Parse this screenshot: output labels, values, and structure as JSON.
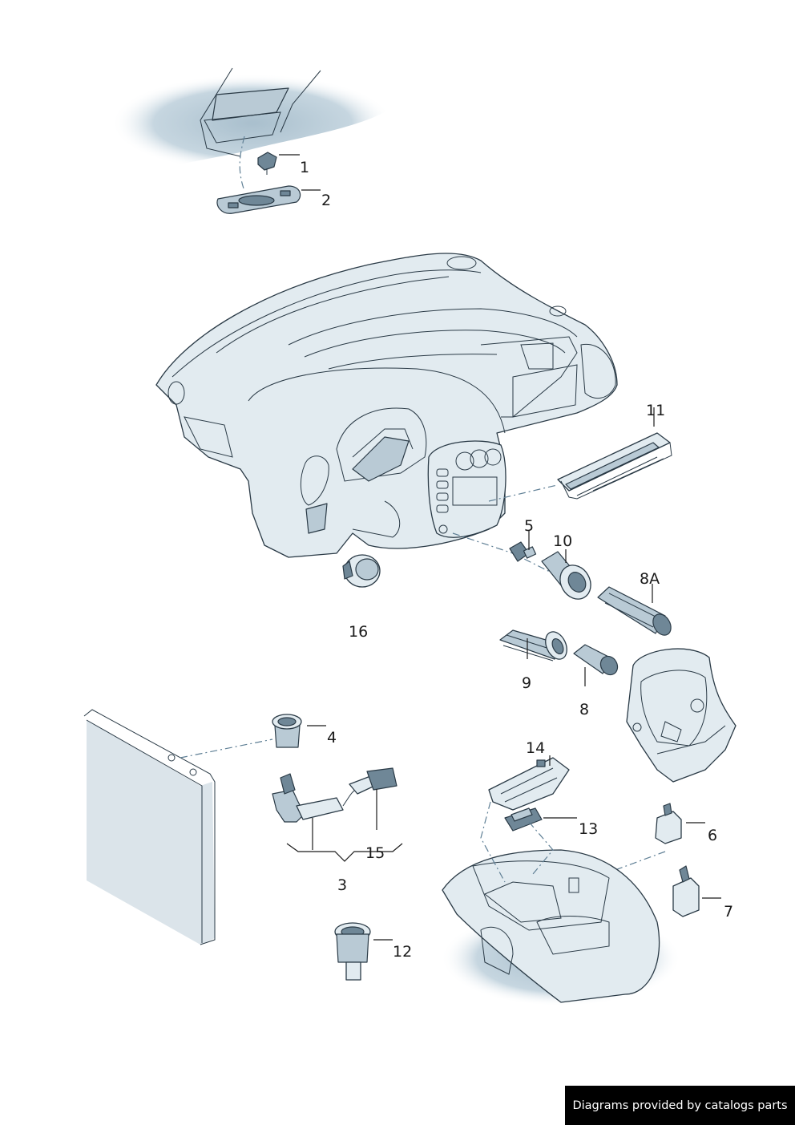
{
  "callouts": {
    "c1": "1",
    "c2": "2",
    "c3": "3",
    "c4": "4",
    "c5": "5",
    "c6": "6",
    "c7": "7",
    "c8": "8",
    "c8a": "8A",
    "c9": "9",
    "c10": "10",
    "c11": "11",
    "c12": "12",
    "c13": "13",
    "c14": "14",
    "c15": "15",
    "c16": "16"
  },
  "footer": {
    "text": "Diagrams provided by catalogs parts"
  },
  "colors": {
    "part_fill": "#e2ebf0",
    "outline": "#2a3a46",
    "shadow": "#b7c9d6",
    "footer_bg": "#000000"
  }
}
